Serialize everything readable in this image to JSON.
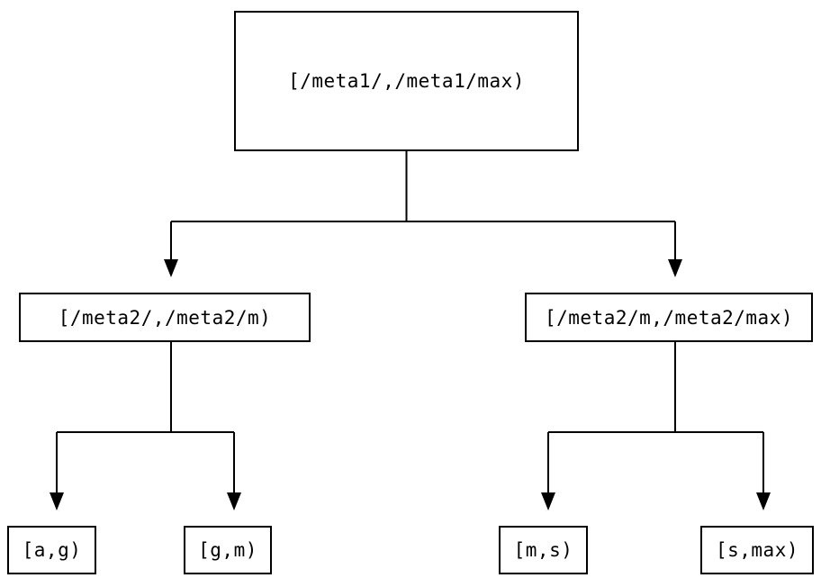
{
  "diagram": {
    "type": "tree",
    "background_color": "#ffffff",
    "line_color": "#000000",
    "text_color": "#000000",
    "nodes": {
      "root": {
        "label": "[/meta1/,/meta1/max)"
      },
      "left": {
        "label": "[/meta2/,/meta2/m)"
      },
      "right": {
        "label": "[/meta2/m,/meta2/max)"
      },
      "leaf_ag": {
        "label": "[a,g)"
      },
      "leaf_gm": {
        "label": "[g,m)"
      },
      "leaf_ms": {
        "label": "[m,s)"
      },
      "leaf_smax": {
        "label": "[s,max)"
      }
    },
    "edges": [
      {
        "from": "root",
        "to": "left"
      },
      {
        "from": "root",
        "to": "right"
      },
      {
        "from": "left",
        "to": "leaf_ag"
      },
      {
        "from": "left",
        "to": "leaf_gm"
      },
      {
        "from": "right",
        "to": "leaf_ms"
      },
      {
        "from": "right",
        "to": "leaf_smax"
      }
    ]
  }
}
